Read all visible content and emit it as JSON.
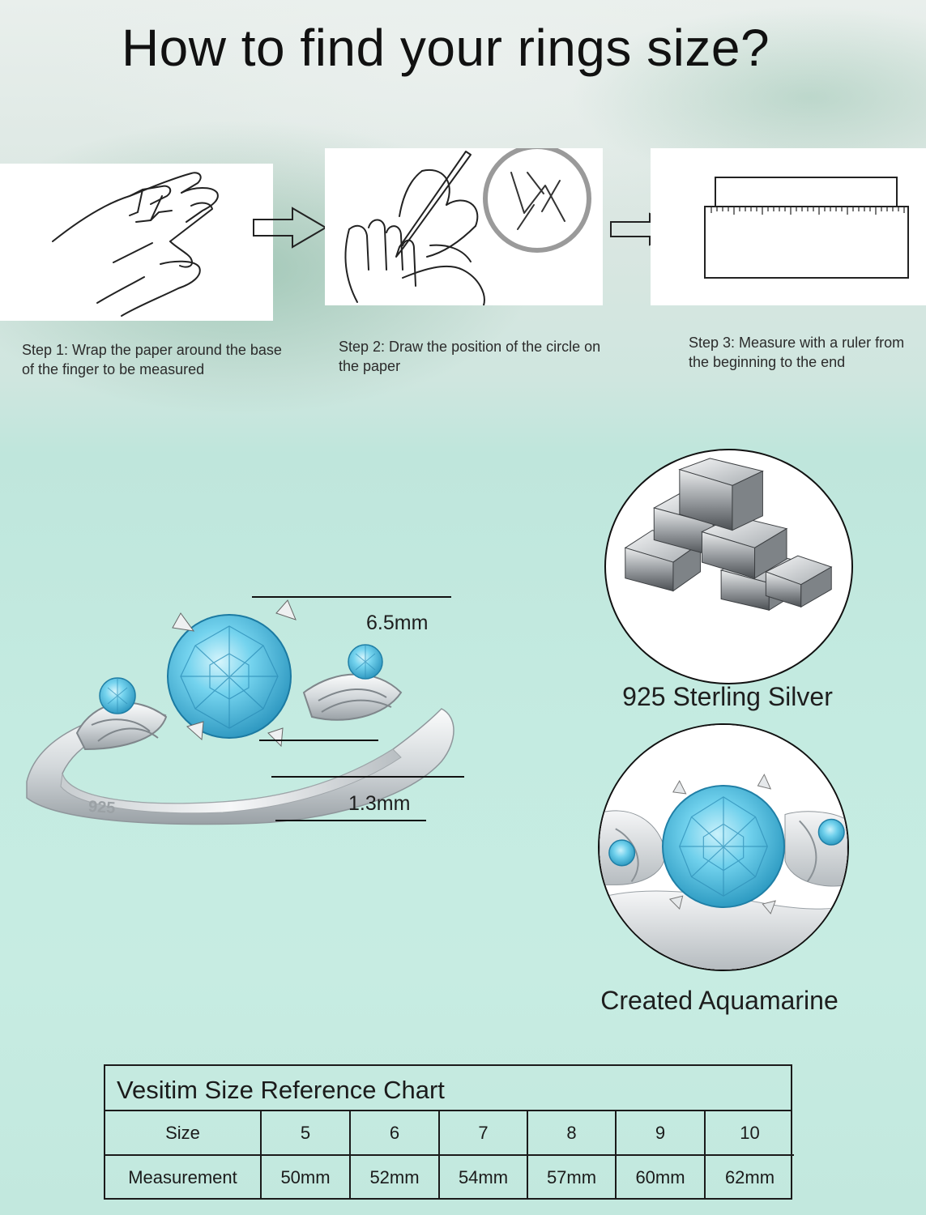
{
  "title": "How to find your rings size?",
  "steps": [
    {
      "icon": "hand-wrap-icon",
      "text": "Step 1: Wrap the paper around the base of the finger to be measured"
    },
    {
      "icon": "hand-draw-icon",
      "text": "Step 2: Draw the position of the circle on the paper"
    },
    {
      "icon": "ruler-icon",
      "text": "Step 3: Measure with a ruler from the beginning to the end"
    }
  ],
  "ring": {
    "stamp": "925",
    "stone_width": "6.5mm",
    "band_width": "1.3mm"
  },
  "features": [
    {
      "icon": "silver-bars-icon",
      "caption": "925 Sterling Silver"
    },
    {
      "icon": "aquamarine-closeup-icon",
      "caption": "Created Aquamarine"
    }
  ],
  "size_chart": {
    "title": "Vesitim Size Reference Chart",
    "row_labels": [
      "Size",
      "Measurement"
    ],
    "sizes": [
      "5",
      "6",
      "7",
      "8",
      "9",
      "10"
    ],
    "measurements": [
      "50mm",
      "52mm",
      "54mm",
      "57mm",
      "60mm",
      "62mm"
    ]
  },
  "colors": {
    "gem": "#6fd0ec",
    "gem_dark": "#3aa9cf",
    "silver": "#d9dde0",
    "background": "#c4ebe1"
  }
}
